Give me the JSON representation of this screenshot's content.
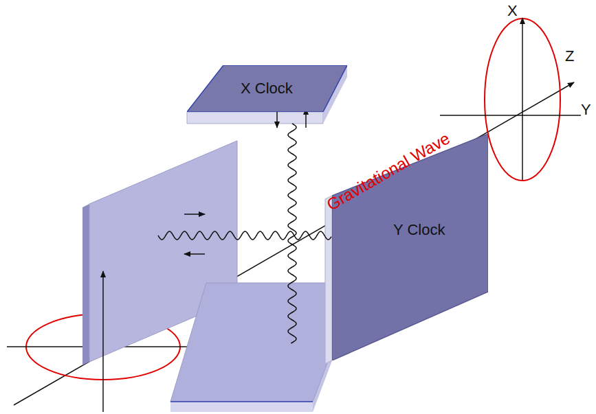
{
  "diagram": {
    "nodes": [
      {
        "text": [
          "X Clock"
        ]
      },
      {
        "text": [
          "Y Clock"
        ]
      }
    ],
    "labels": [
      "Gravitational Wave",
      "X",
      "Z",
      "Y"
    ]
  }
}
